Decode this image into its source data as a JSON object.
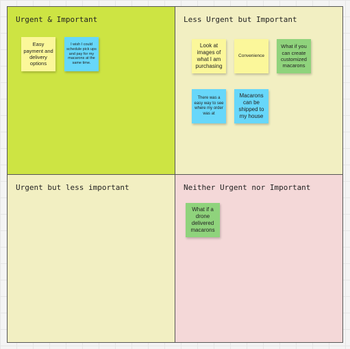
{
  "colors": {
    "q1_bg": "#cde443",
    "q2_bg": "#f2efc2",
    "q3_bg": "#f2efc2",
    "q4_bg": "#f4d8d8",
    "note_yellow": "#fbf79a",
    "note_blue": "#67d7fa",
    "note_green": "#8fd37c"
  },
  "quadrants": [
    {
      "title": "Urgent & Important",
      "notes": [
        {
          "text": "Easy payment and delivery options",
          "color": "yellow"
        },
        {
          "text": "I wish I could schedule pick ups and pay for my macarons at the same time.",
          "color": "blue"
        }
      ]
    },
    {
      "title": "Less Urgent but Important",
      "notes": [
        {
          "text": "Look at images of what I am purchasing",
          "color": "yellow"
        },
        {
          "text": "Convenience",
          "color": "yellow"
        },
        {
          "text": "What if you can create customized macarons",
          "color": "green"
        },
        {
          "text": "There was a easy way to see where my order was at",
          "color": "blue"
        },
        {
          "text": "Macarons can be shipped to my house",
          "color": "blue"
        }
      ]
    },
    {
      "title": "Urgent but less important",
      "notes": []
    },
    {
      "title": "Neither Urgent nor Important",
      "notes": [
        {
          "text": "What if a drone delivered macarons",
          "color": "green"
        }
      ]
    }
  ]
}
